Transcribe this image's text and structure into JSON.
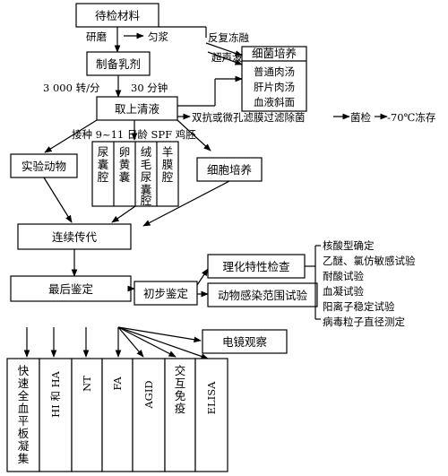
{
  "diagram": {
    "sample": "待检材料",
    "step_grind": "研磨",
    "step_homogenize": "匀浆",
    "step_freeze_thaw": "反复冻融",
    "step_ultrasound": "超声波",
    "bacteria_culture": {
      "title": "细菌培养",
      "items": [
        "普通肉汤",
        "肝片肉汤",
        "血液斜面"
      ]
    },
    "emulsion": "制备乳剂",
    "centrifuge_speed": "3 000 转/分",
    "centrifuge_time": "30 分钟",
    "supernatant": "取上清液",
    "filter_step": "双抗或微孔滤膜过滤除菌",
    "sterility_check": "菌检",
    "storage": "-70℃冻存",
    "inoculate": "接种 9~11 日龄 SPF 鸡胚",
    "animal": "实验动物",
    "cell_culture": "细胞培养",
    "egg_routes": {
      "col1": [
        "尿",
        "囊",
        "腔"
      ],
      "col2": [
        "卵",
        "黄",
        "囊"
      ],
      "col3": [
        "绒",
        "毛",
        "尿",
        "囊",
        "腔"
      ],
      "col4": [
        "羊",
        "膜",
        "腔"
      ]
    },
    "passage": "连续传代",
    "final_id": "最后鉴定",
    "initial_id": "初步鉴定",
    "physchem": "理化特性检查",
    "host_range": "动物感染范围试验",
    "physchem_items": [
      "核酸型确定",
      "乙醚、氯仿敏感试验",
      "耐酸试验",
      "血凝试验",
      "阳离子稳定试验",
      "病毒粒子直径测定"
    ],
    "em": "电镜观察",
    "tests": {
      "rapid": [
        "快",
        "速",
        "全",
        "血",
        "平",
        "板",
        "凝",
        "集"
      ],
      "hi_ha": "HI 和 HA",
      "nt": "NT",
      "fa": "FA",
      "agid": "AGID",
      "cross": [
        "交",
        "互",
        "免",
        "疫"
      ],
      "elisa": "ELISA"
    }
  }
}
